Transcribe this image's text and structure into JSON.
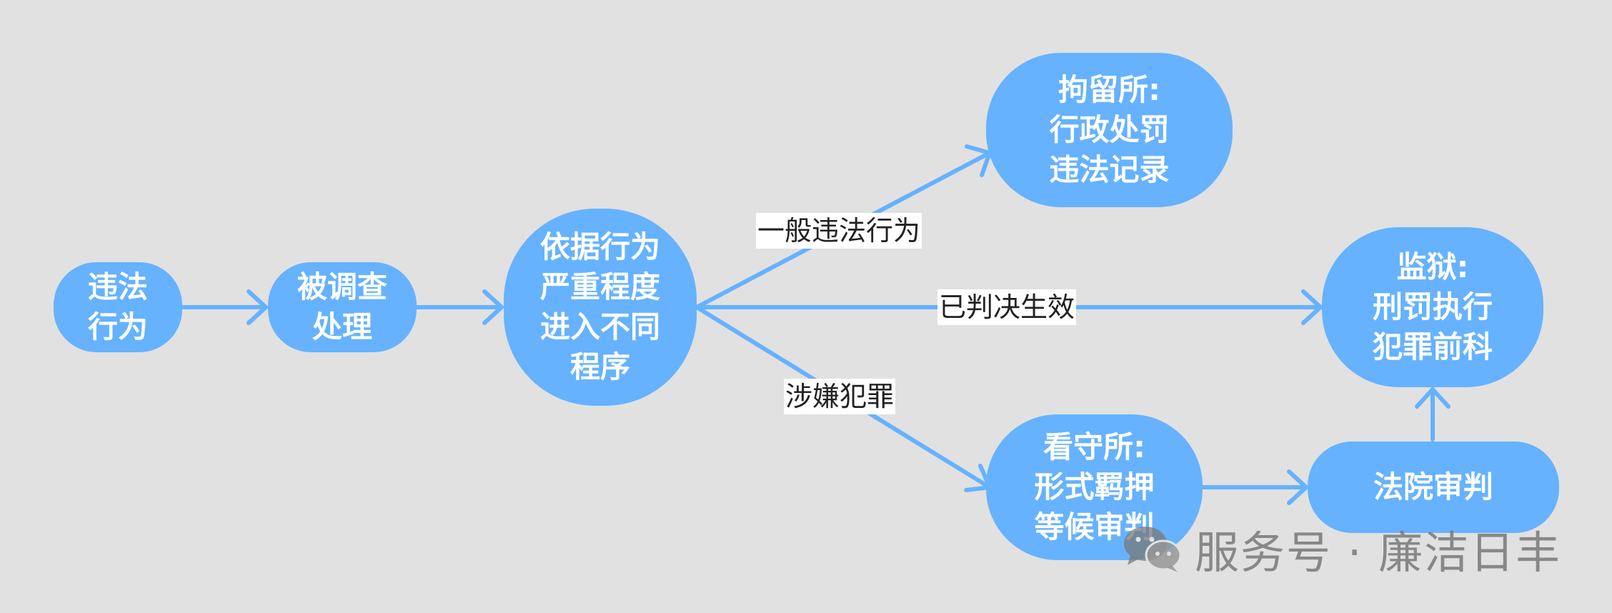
{
  "nodes": {
    "illegal": {
      "line1": "违法",
      "line2": "行为"
    },
    "investigated": {
      "line1": "被调查",
      "line2": "处理"
    },
    "severity": {
      "line1": "依据行为",
      "line2": "严重程度",
      "line3": "进入不同",
      "line4": "程序"
    },
    "detention_admin": {
      "line1": "拘留所:",
      "line2": "行政处罚",
      "line3": "违法记录"
    },
    "prison": {
      "line1": "监狱:",
      "line2": "刑罚执行",
      "line3": "犯罪前科"
    },
    "detention_center": {
      "line1": "看守所:",
      "line2": "形式羁押",
      "line3": "等候审判"
    },
    "court": {
      "line1": "法院审判"
    }
  },
  "edges": {
    "general": "一般违法行为",
    "effective": "已判决生效",
    "crime": "涉嫌犯罪"
  },
  "watermark": {
    "text": "服务号 · 廉洁日丰",
    "icon": "wechat-icon"
  },
  "colors": {
    "node_fill": "#66b2ff",
    "arrow": "#66b2ff",
    "background": "#e1e1e1"
  }
}
